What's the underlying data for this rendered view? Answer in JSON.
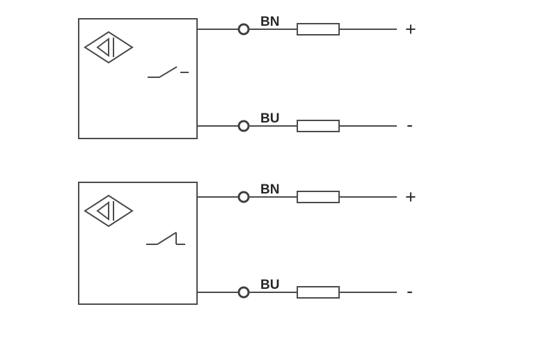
{
  "page": {
    "background": "#ffffff",
    "line_color": "#4a4a4a",
    "text_color": "#262626"
  },
  "sensors": [
    {
      "name": "sensor-1",
      "contact_icon": "normally-open-contact",
      "wires": [
        {
          "label": "BN",
          "terminal": "+"
        },
        {
          "label": "BU",
          "terminal": "-"
        }
      ]
    },
    {
      "name": "sensor-2",
      "contact_icon": "normally-closed-contact",
      "wires": [
        {
          "label": "BN",
          "terminal": "+"
        },
        {
          "label": "BU",
          "terminal": "-"
        }
      ]
    }
  ]
}
